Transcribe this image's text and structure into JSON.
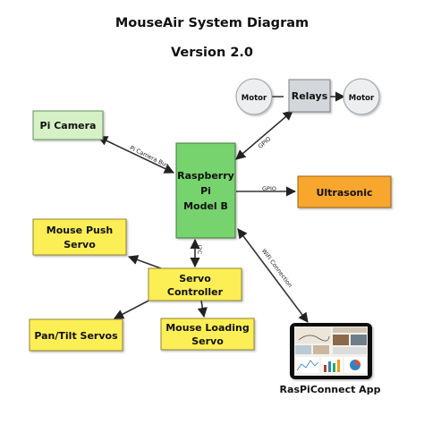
{
  "title": "MouseAir System Diagram",
  "subtitle": "Version 2.0",
  "colors": {
    "green": "#76d36e",
    "light_green": "#d6f1c6",
    "yellow": "#fcee55",
    "orange": "#f8a62e",
    "relay_gray": "#d3d7dc",
    "motor_gray": "#eceef0"
  },
  "nodes": {
    "motor_left": "Motor",
    "relays": "Relays",
    "motor_right": "Motor",
    "pi_camera": "Pi Camera",
    "raspberry_pi": [
      "Raspberry",
      "Pi",
      "Model B"
    ],
    "ultrasonic": "Ultrasonic",
    "mouse_push_servo": [
      "Mouse Push",
      "Servo"
    ],
    "servo_controller": [
      "Servo",
      "Controller"
    ],
    "pan_tilt_servos": "Pan/Tilt Servos",
    "mouse_loading_servo": [
      "Mouse Loading",
      "Servo"
    ],
    "raspiconnect_app": "RasPiConnect App"
  },
  "edge_labels": {
    "pi_camera_bus": "Pi Camera Bus",
    "gpio_relays": "GPIO",
    "gpio_ultrasonic": "GPIO",
    "i2c": "I2C",
    "wifi": "WiFi Connection"
  }
}
